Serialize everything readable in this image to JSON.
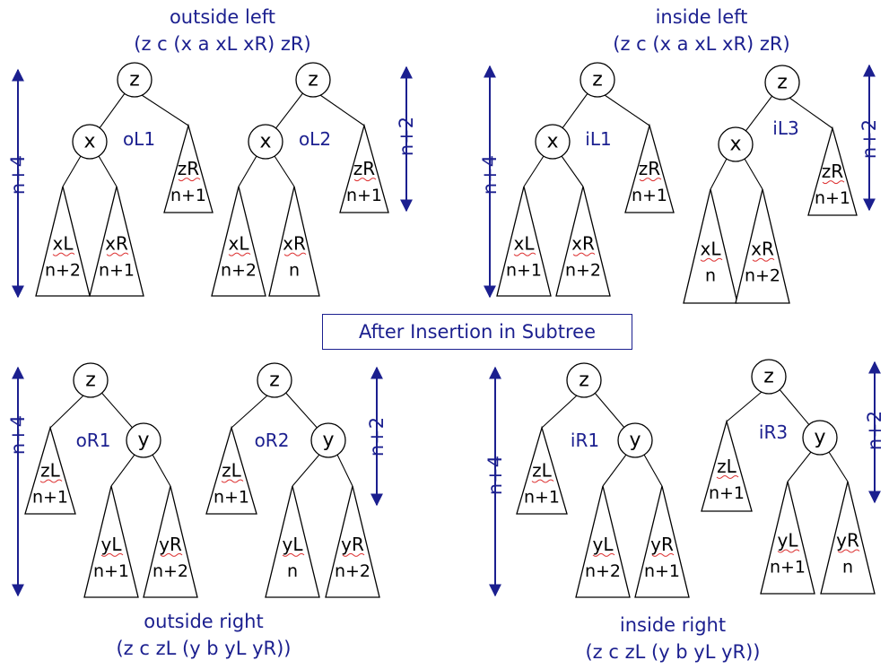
{
  "captions": {
    "outside_left_title": "outside left",
    "outside_left_expr": "(z c (x a xL xR) zR)",
    "inside_left_title": "inside left",
    "inside_left_expr": "(z c (x a xL xR) zR)",
    "outside_right_title": "outside right",
    "outside_right_expr": "(z c zL (y b yL yR))",
    "inside_right_title": "inside right",
    "inside_right_expr": "(z c zL (y b yL yR))"
  },
  "center_label": "After Insertion in Subtree",
  "heights": {
    "tall": "n+4",
    "short": "n+2"
  },
  "cases": {
    "oL1": {
      "label": "oL1",
      "nodes": {
        "root": "z",
        "child": "x"
      },
      "subtrees": [
        {
          "name": "xL",
          "height": "n+2"
        },
        {
          "name": "xR",
          "height": "n+1"
        },
        {
          "name": "zR",
          "height": "n+1"
        }
      ]
    },
    "oL2": {
      "label": "oL2",
      "nodes": {
        "root": "z",
        "child": "x"
      },
      "subtrees": [
        {
          "name": "xL",
          "height": "n+2"
        },
        {
          "name": "xR",
          "height": "n"
        },
        {
          "name": "zR",
          "height": "n+1"
        }
      ]
    },
    "iL1": {
      "label": "iL1",
      "nodes": {
        "root": "z",
        "child": "x"
      },
      "subtrees": [
        {
          "name": "xL",
          "height": "n+1"
        },
        {
          "name": "xR",
          "height": "n+2"
        },
        {
          "name": "zR",
          "height": "n+1"
        }
      ]
    },
    "iL3": {
      "label": "iL3",
      "nodes": {
        "root": "z",
        "child": "x"
      },
      "subtrees": [
        {
          "name": "xL",
          "height": "n"
        },
        {
          "name": "xR",
          "height": "n+2"
        },
        {
          "name": "zR",
          "height": "n+1"
        }
      ]
    },
    "oR1": {
      "label": "oR1",
      "nodes": {
        "root": "z",
        "child": "y"
      },
      "subtrees": [
        {
          "name": "zL",
          "height": "n+1"
        },
        {
          "name": "yL",
          "height": "n+1"
        },
        {
          "name": "yR",
          "height": "n+2"
        }
      ]
    },
    "oR2": {
      "label": "oR2",
      "nodes": {
        "root": "z",
        "child": "y"
      },
      "subtrees": [
        {
          "name": "zL",
          "height": "n+1"
        },
        {
          "name": "yL",
          "height": "n"
        },
        {
          "name": "yR",
          "height": "n+2"
        }
      ]
    },
    "iR1": {
      "label": "iR1",
      "nodes": {
        "root": "z",
        "child": "y"
      },
      "subtrees": [
        {
          "name": "zL",
          "height": "n+1"
        },
        {
          "name": "yL",
          "height": "n+2"
        },
        {
          "name": "yR",
          "height": "n+1"
        }
      ]
    },
    "iR3": {
      "label": "iR3",
      "nodes": {
        "root": "z",
        "child": "y"
      },
      "subtrees": [
        {
          "name": "zL",
          "height": "n+1"
        },
        {
          "name": "yL",
          "height": "n+1"
        },
        {
          "name": "yR",
          "height": "n"
        }
      ]
    }
  },
  "colors": {
    "ink": "#000000",
    "accent": "#1b1f8f"
  }
}
